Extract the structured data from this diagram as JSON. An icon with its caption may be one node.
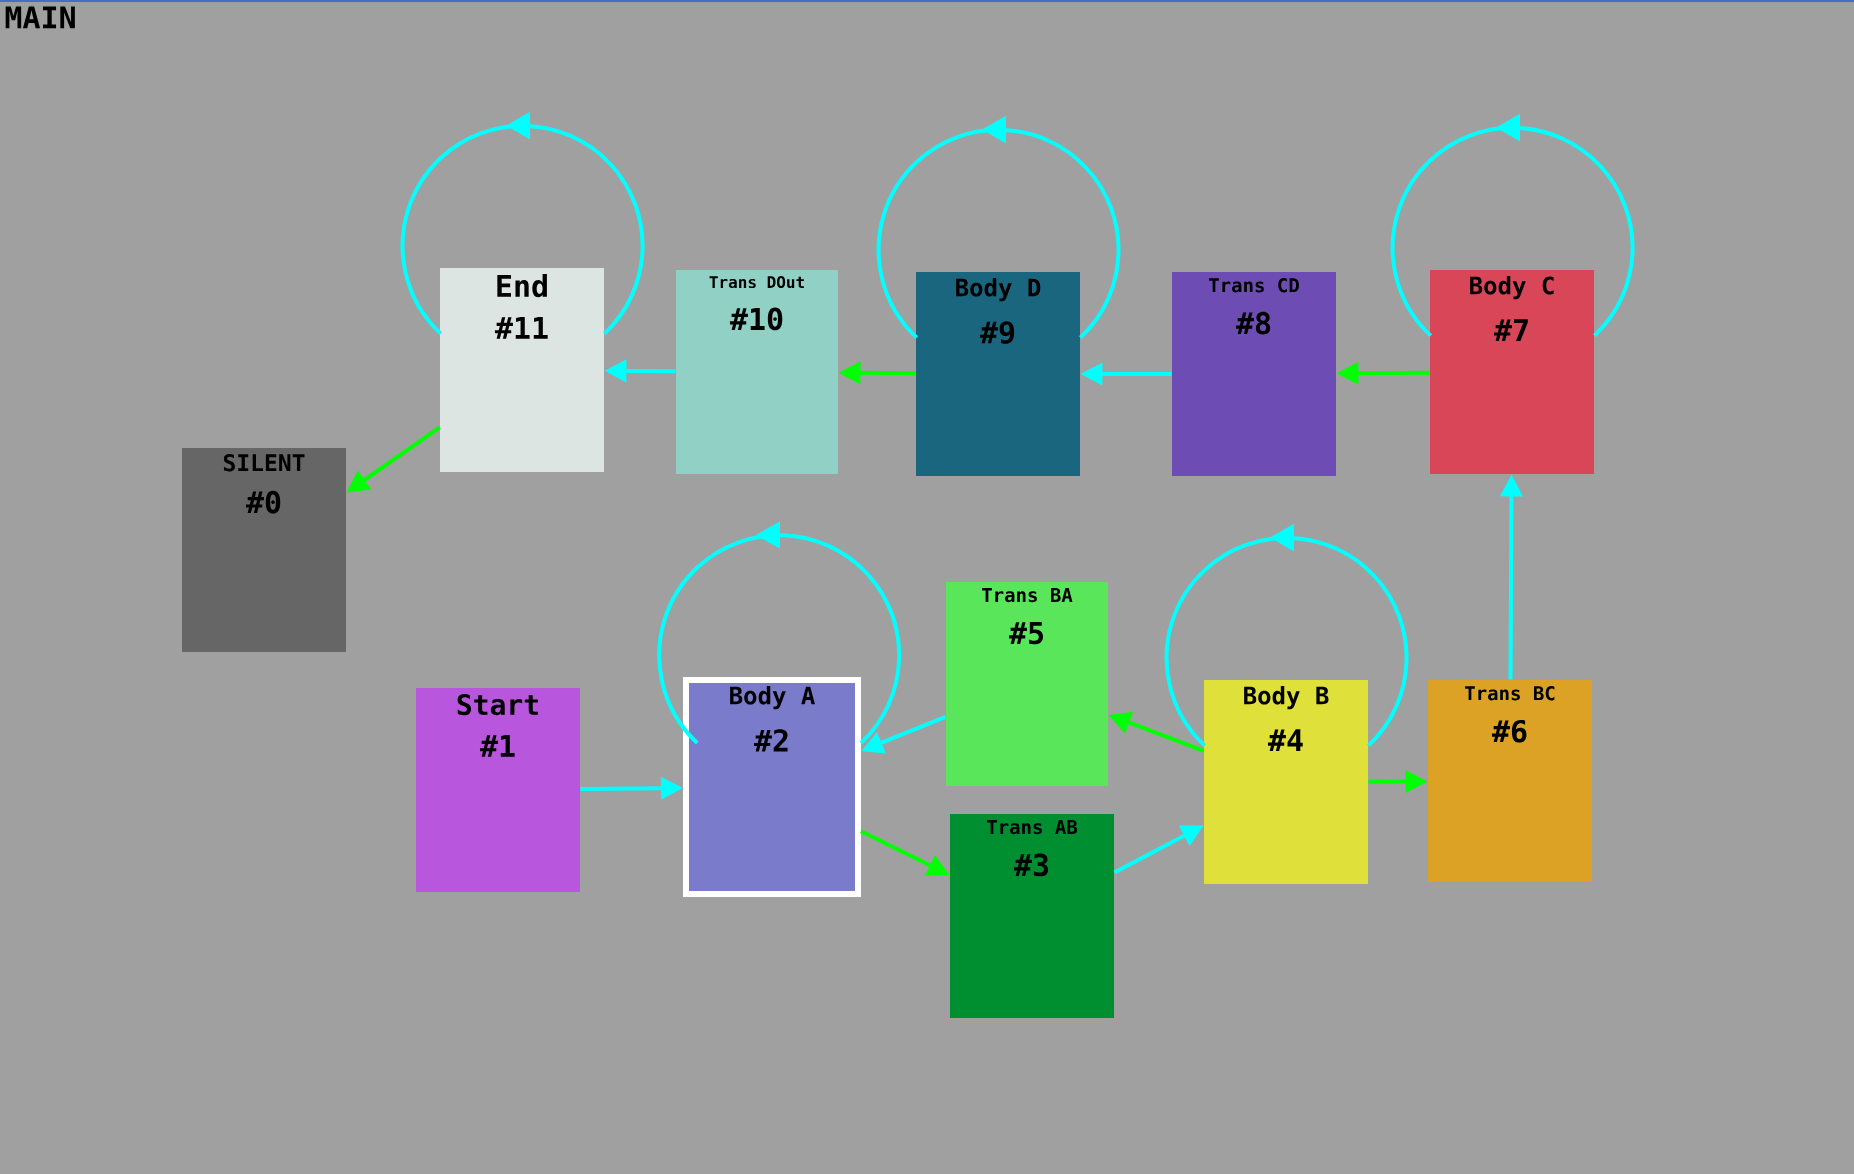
{
  "diagram": {
    "title": "MAIN",
    "nodes": [
      {
        "text": [
          "SILENT",
          "#0"
        ]
      },
      {
        "text": [
          "Start",
          "#1"
        ]
      },
      {
        "text": [
          "Body A",
          "#2"
        ]
      },
      {
        "text": [
          "Trans AB",
          "#3"
        ]
      },
      {
        "text": [
          "Body B",
          "#4"
        ]
      },
      {
        "text": [
          "Trans BA",
          "#5"
        ]
      },
      {
        "text": [
          "Trans BC",
          "#6"
        ]
      },
      {
        "text": [
          "Body C",
          "#7"
        ]
      },
      {
        "text": [
          "Trans CD",
          "#8"
        ]
      },
      {
        "text": [
          "Body D",
          "#9"
        ]
      },
      {
        "text": [
          "Trans DOut",
          "#10"
        ]
      },
      {
        "text": [
          "End",
          "#11"
        ]
      }
    ],
    "edges": [
      {
        "from": 1,
        "to": 2,
        "arrow": "to"
      },
      {
        "from": 2,
        "to": 2,
        "arrow": "to"
      },
      {
        "from": 2,
        "to": 3,
        "arrow": "to",
        "color": "#00ff00"
      },
      {
        "from": 3,
        "to": 4,
        "arrow": "to"
      },
      {
        "from": 4,
        "to": 4,
        "arrow": "to"
      },
      {
        "from": 4,
        "to": 5,
        "arrow": "to",
        "color": "#00ff00"
      },
      {
        "from": 5,
        "to": 2,
        "arrow": "to"
      },
      {
        "from": 4,
        "to": 6,
        "arrow": "to",
        "color": "#00ff00"
      },
      {
        "from": 6,
        "to": 7,
        "arrow": "to"
      },
      {
        "from": 7,
        "to": 7,
        "arrow": "to"
      },
      {
        "from": 7,
        "to": 8,
        "arrow": "to",
        "color": "#00ff00"
      },
      {
        "from": 8,
        "to": 9,
        "arrow": "to"
      },
      {
        "from": 9,
        "to": 9,
        "arrow": "to"
      },
      {
        "from": 9,
        "to": 10,
        "arrow": "to",
        "color": "#00ff00"
      },
      {
        "from": 10,
        "to": 11,
        "arrow": "to"
      },
      {
        "from": 11,
        "to": 11,
        "arrow": "to"
      },
      {
        "from": 11,
        "to": 0,
        "arrow": "to",
        "color": "#00ff00"
      }
    ]
  }
}
